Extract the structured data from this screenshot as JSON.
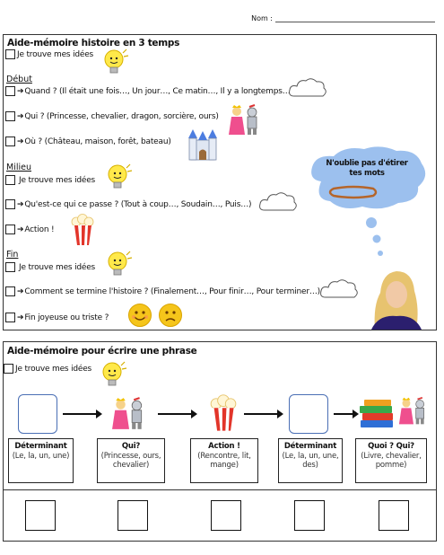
{
  "header": {
    "name_label": "Nom :"
  },
  "section1": {
    "title": "Aide-mémoire histoire en 3 temps",
    "idea_label": "Je trouve mes idées",
    "debut": {
      "heading": "Début",
      "items": [
        "Quand ? (Il était une fois…, Un jour…, Ce matin…, Il y a longtemps…)",
        "Qui ? (Princesse, chevalier, dragon, sorcière, ours)",
        "Où ? (Château, maison, forêt, bateau)"
      ]
    },
    "milieu": {
      "heading": "Milieu",
      "items": [
        "Qu'est-ce qui ce passe ? (Tout à coup…, Soudain…, Puis…)",
        "Action !"
      ]
    },
    "fin": {
      "heading": "Fin",
      "items": [
        "Comment se termine l'histoire ? (Finalement…, Pour finir…, Pour terminer…)",
        "Fin joyeuse ou triste ?"
      ]
    },
    "thought_bubble": {
      "line1": "N'oublie pas d'étirer",
      "line2": "tes mots"
    }
  },
  "section2": {
    "title": "Aide-mémoire pour écrire une phrase",
    "idea_label": "Je trouve mes idées",
    "cards": [
      {
        "title": "Déterminant",
        "sub": "(Le, la, un, une)"
      },
      {
        "title": "Qui?",
        "sub": "(Princesse, ours, chevalier)"
      },
      {
        "title": "Action !",
        "sub": "(Rencontre, lit, mange)"
      },
      {
        "title": "Déterminant",
        "sub": "(Le, la, un, une, des)"
      },
      {
        "title": "Quoi ? Qui?",
        "sub": "(Livre, chevalier, pomme)"
      }
    ]
  },
  "colors": {
    "bubble": "#9cc0ee",
    "square_border": "#4a6fb5",
    "band": "#b5652a",
    "smiley": "#f5c51b"
  },
  "icons": [
    "lightbulb-icon",
    "cloud-icon",
    "princess-knight-icon",
    "castle-icon",
    "popcorn-icon",
    "happy-smiley-icon",
    "sad-smiley-icon",
    "books-icon",
    "teacher-photo"
  ]
}
